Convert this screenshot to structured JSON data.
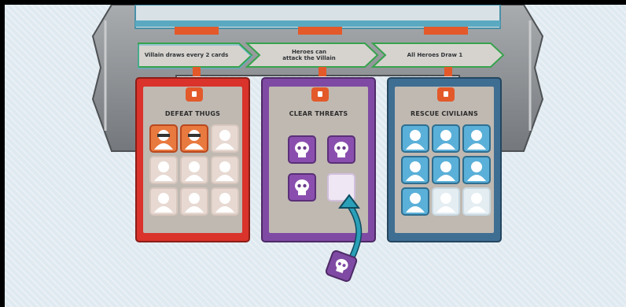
{
  "banners": [
    {
      "lines": [
        "Villain draws every 2 cards"
      ]
    },
    {
      "lines": [
        "Heroes can",
        "attack the Villain"
      ]
    },
    {
      "lines": [
        "All Heroes Draw 1"
      ]
    }
  ],
  "cards": [
    {
      "title": "DEFEAT THUGS",
      "slots": 9,
      "filled": 2,
      "slot_icon": "thug-icon",
      "color": "#d9332b"
    },
    {
      "title": "CLEAR THREATS",
      "slots": 4,
      "filled": 3,
      "slot_icon": "skull-icon",
      "color": "#7f4aa3"
    },
    {
      "title": "RESCUE CIVILIANS",
      "slots": 9,
      "filled": 7,
      "slot_icon": "civilian-icon",
      "color": "#3f6e93"
    }
  ],
  "token": {
    "icon": "skull-icon",
    "action": "drag-to-slot"
  },
  "colors": {
    "orange": "#e3592a",
    "teal": "#2aa0b8",
    "frame": "#8c8f93"
  }
}
